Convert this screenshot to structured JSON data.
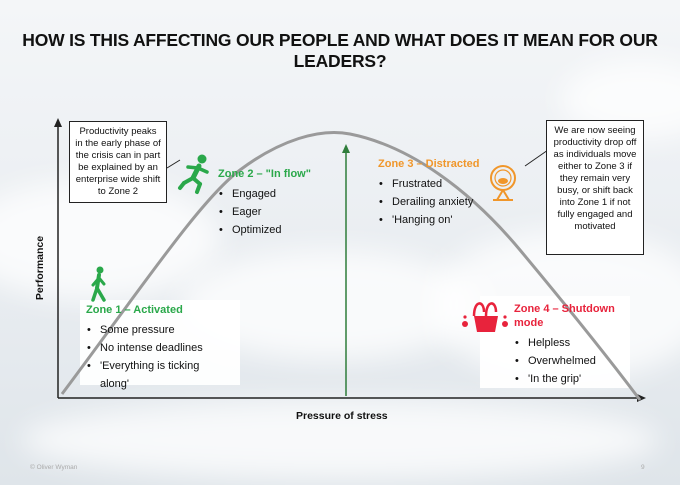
{
  "title": "HOW IS THIS AFFECTING OUR PEOPLE AND WHAT DOES IT MEAN FOR OUR LEADERS?",
  "axes": {
    "y_label": "Performance",
    "x_label": "Pressure of stress"
  },
  "callouts": {
    "left": "Productivity peaks in the early phase of the crisis can in part be explained by an enterprise wide shift to Zone 2",
    "right": "We are now seeing productivity drop off as individuals move either to Zone 3 if they remain very busy, or shift back into Zone 1 if not fully engaged and motivated"
  },
  "zones": {
    "z1": {
      "title": "Zone 1 – Activated",
      "items": [
        "Some pressure",
        "No intense deadlines",
        "'Everything is ticking along'"
      ]
    },
    "z2": {
      "title": "Zone 2 – \"In flow\"",
      "items": [
        "Engaged",
        "Eager",
        "Optimized"
      ]
    },
    "z3": {
      "title": "Zone 3 – Distracted",
      "items": [
        "Frustrated",
        "Derailing anxiety",
        "'Hanging on'"
      ]
    },
    "z4": {
      "title": "Zone 4 – Shutdown mode",
      "items": [
        "Helpless",
        "Overwhelmed",
        "'In the grip'"
      ]
    }
  },
  "colors": {
    "green": "#2aa84a",
    "orange": "#f0962a",
    "red": "#e8233c",
    "curve": "#9a9a9a"
  },
  "icons": {
    "z1": "walking-person-icon",
    "z2": "running-person-icon",
    "z3": "hamster-wheel-icon",
    "z4": "flowers-in-pot-icon"
  },
  "footer": {
    "copyright": "© Oliver Wyman",
    "page": "9"
  }
}
